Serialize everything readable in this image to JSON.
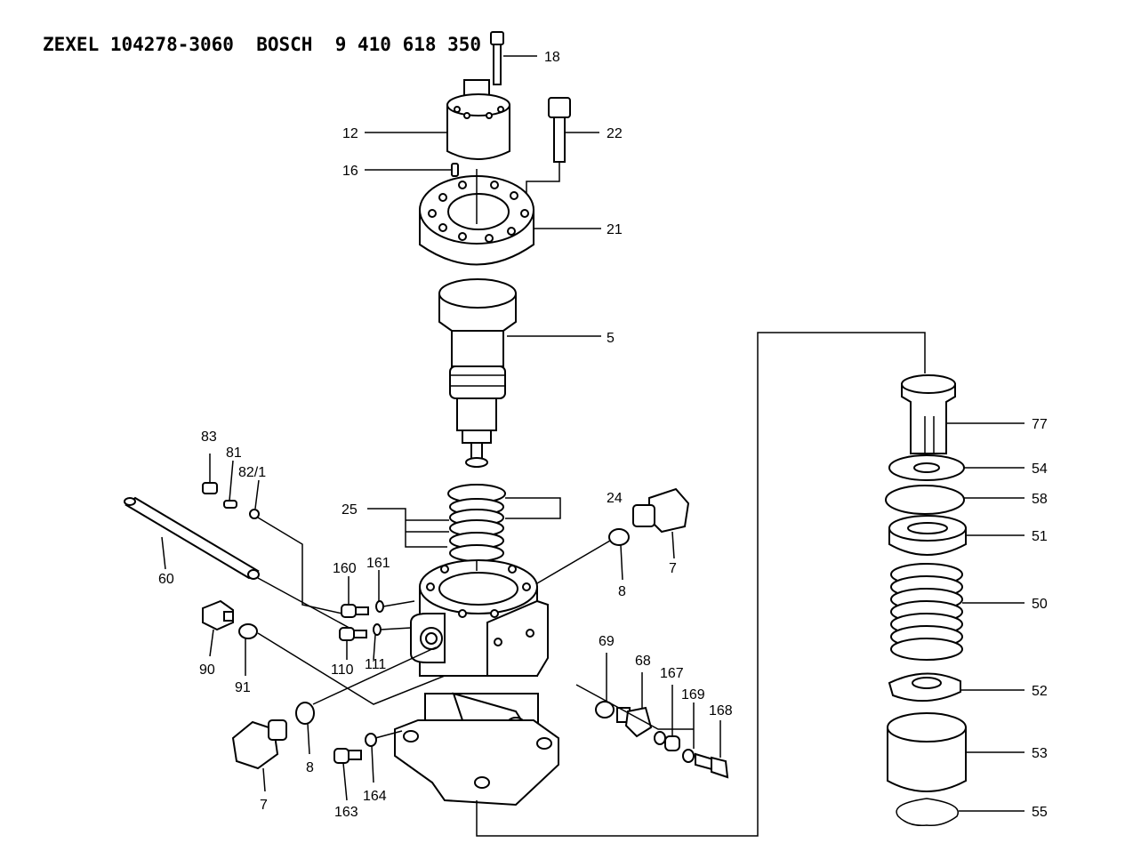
{
  "title": "ZEXEL 104278-3060  BOSCH  9 410 618 350",
  "labels": {
    "p18": "18",
    "p22": "22",
    "p12": "12",
    "p16": "16",
    "p21": "21",
    "p5": "5",
    "p83": "83",
    "p81": "81",
    "p82_1": "82/1",
    "p25": "25",
    "p24": "24",
    "p60": "60",
    "p160": "160",
    "p161": "161",
    "p7a": "7",
    "p8a": "8",
    "p90": "90",
    "p91": "91",
    "p110": "110",
    "p111": "111",
    "p69": "69",
    "p68": "68",
    "p167": "167",
    "p169": "169",
    "p168": "168",
    "p8b": "8",
    "p7b": "7",
    "p163": "163",
    "p164": "164",
    "p77": "77",
    "p54": "54",
    "p58": "58",
    "p51": "51",
    "p50": "50",
    "p52": "52",
    "p53": "53",
    "p55": "55"
  }
}
